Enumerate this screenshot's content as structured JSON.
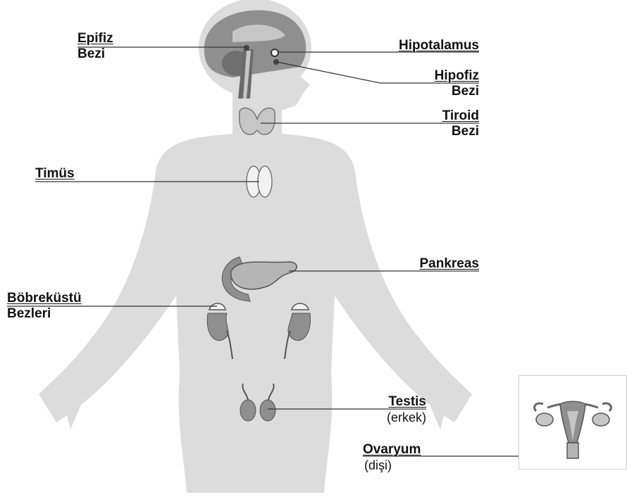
{
  "labels": {
    "epifiz": {
      "line1": "Epifiz",
      "line2": "Bezi"
    },
    "hipotalamus": {
      "line1": "Hipotalamus"
    },
    "hipofiz": {
      "line1": "Hipofiz",
      "line2": "Bezi"
    },
    "tiroid": {
      "line1": "Tiroid",
      "line2": "Bezi"
    },
    "timus": {
      "line1": "Timüs"
    },
    "pankreas": {
      "line1": "Pankreas"
    },
    "bobrekustu": {
      "line1": "Böbreküstü",
      "line2": "Bezleri"
    },
    "testis": {
      "line1": "Testis",
      "line2": "(erkek)"
    },
    "ovaryum": {
      "line1": "Ovaryum",
      "line2": "(dişi)"
    }
  },
  "colors": {
    "body": "#dcdcdc",
    "organ": "#8f8f8f",
    "organ_light": "#c6c6c6",
    "line": "#333333"
  }
}
